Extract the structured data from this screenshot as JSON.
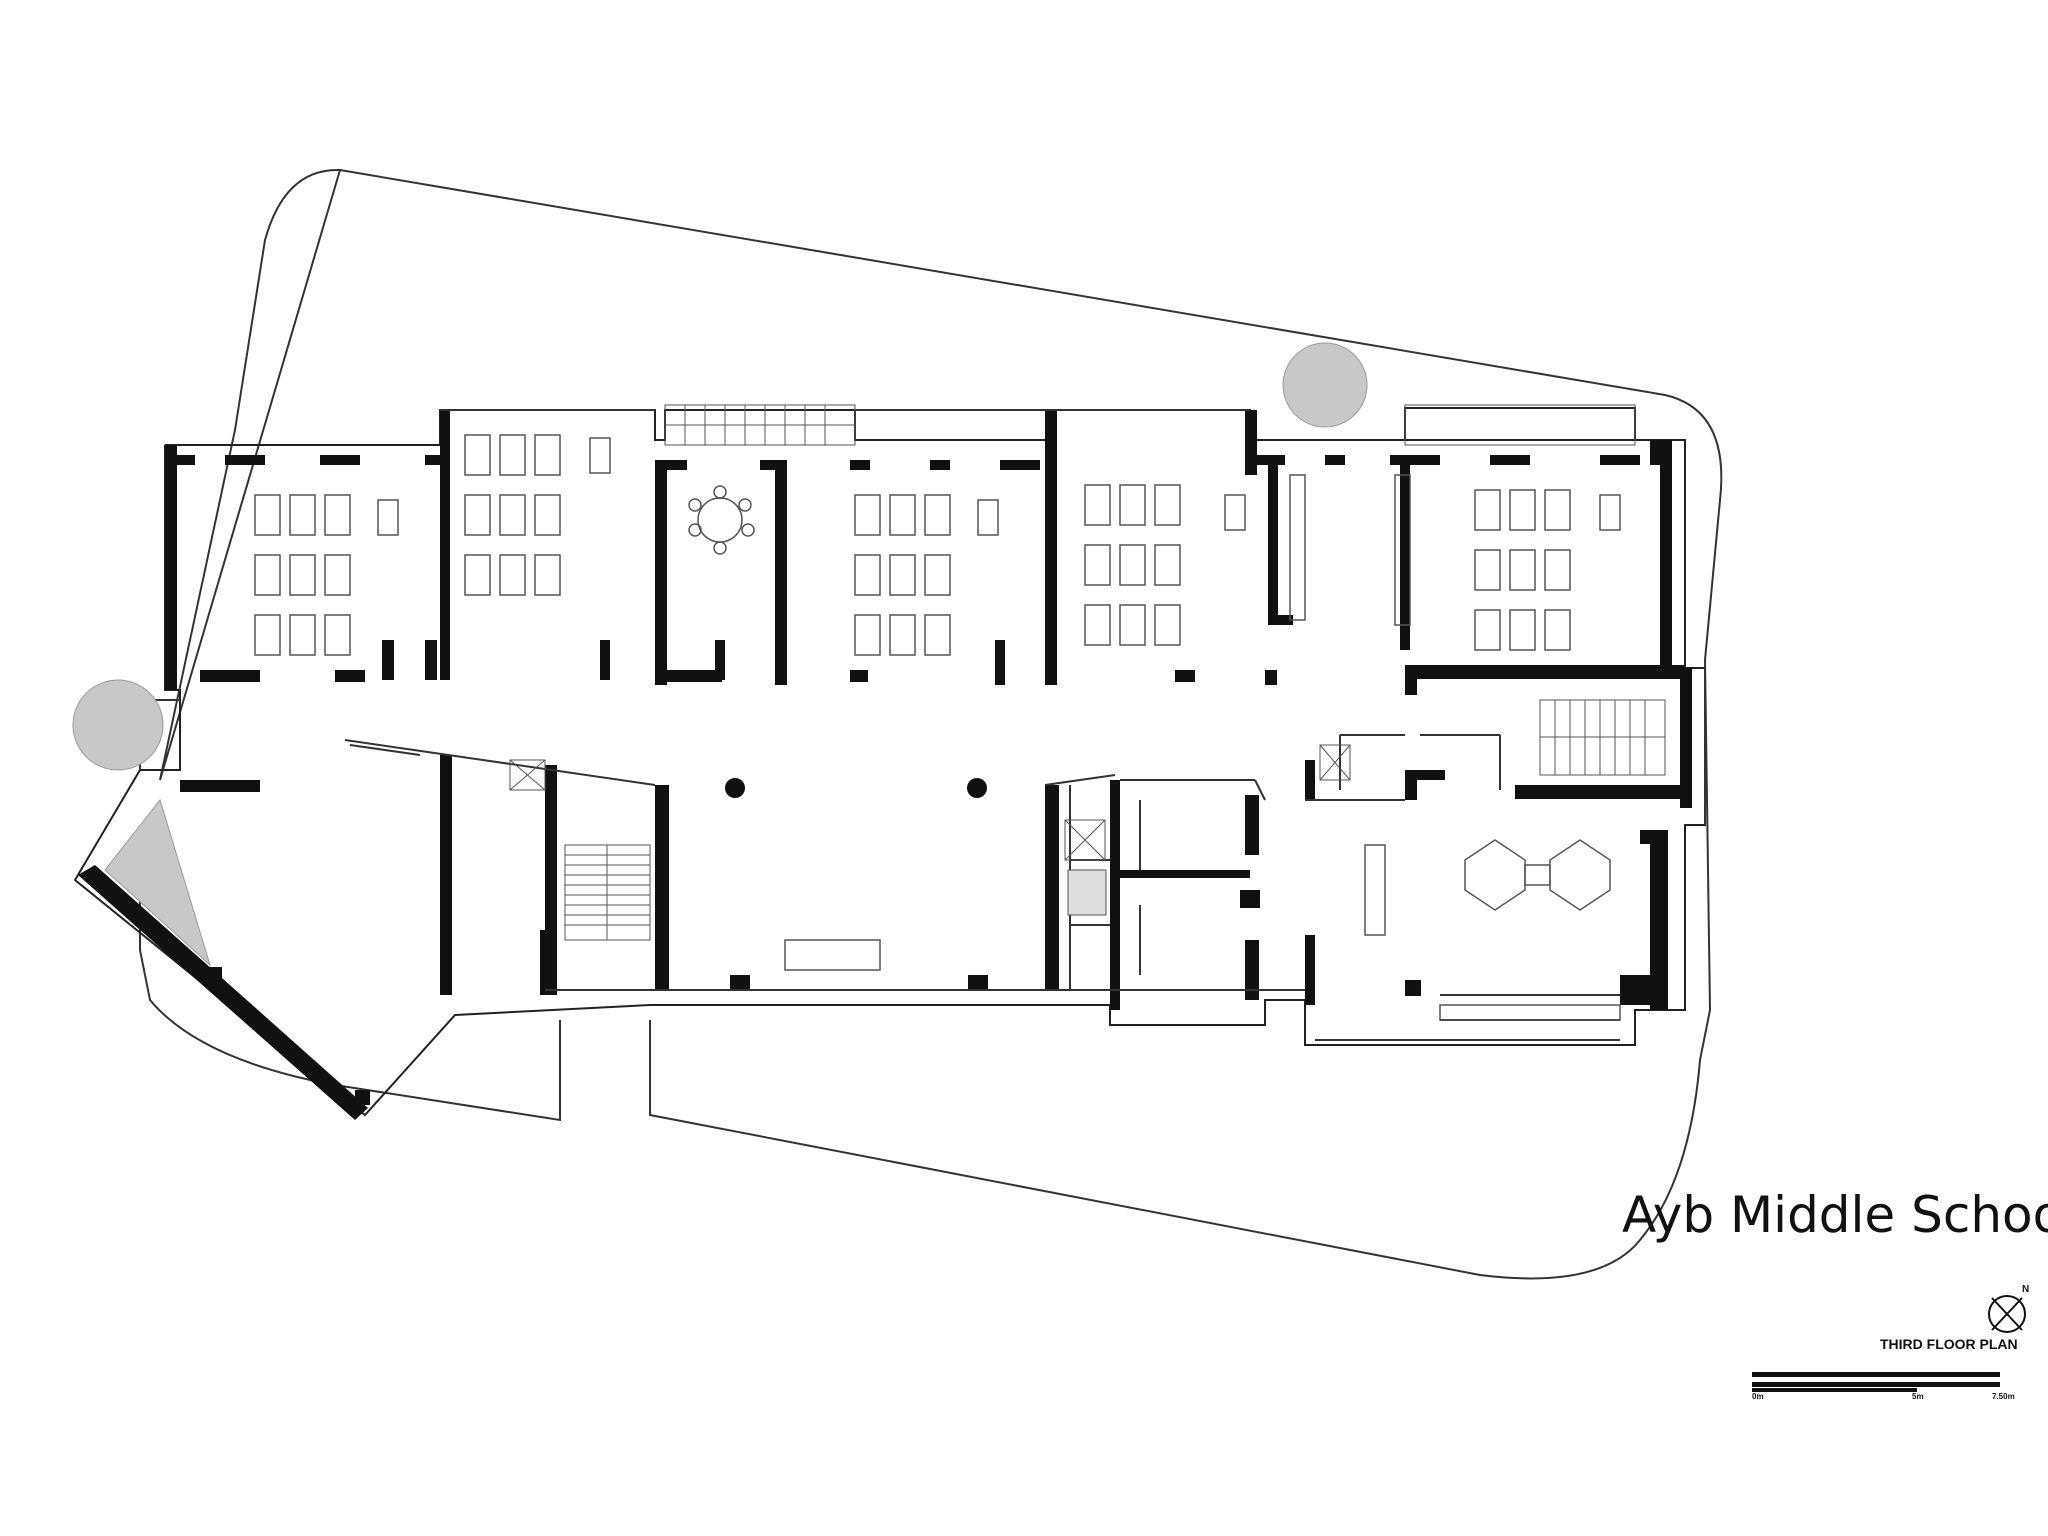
{
  "caption": {
    "school_name": "Ayb Middle School",
    "plan_title": "THIRD FLOOR PLAN",
    "north": "N"
  },
  "scale_bar": {
    "labels": [
      "0m",
      "5m",
      "7.50m"
    ]
  },
  "colors": {
    "wall": "#111111",
    "line": "#333333",
    "furniture": "#555555",
    "planting": "#c8c8c8",
    "background": "#ffffff"
  },
  "icons": [
    "north-arrow-icon",
    "scale-bar-icon"
  ]
}
